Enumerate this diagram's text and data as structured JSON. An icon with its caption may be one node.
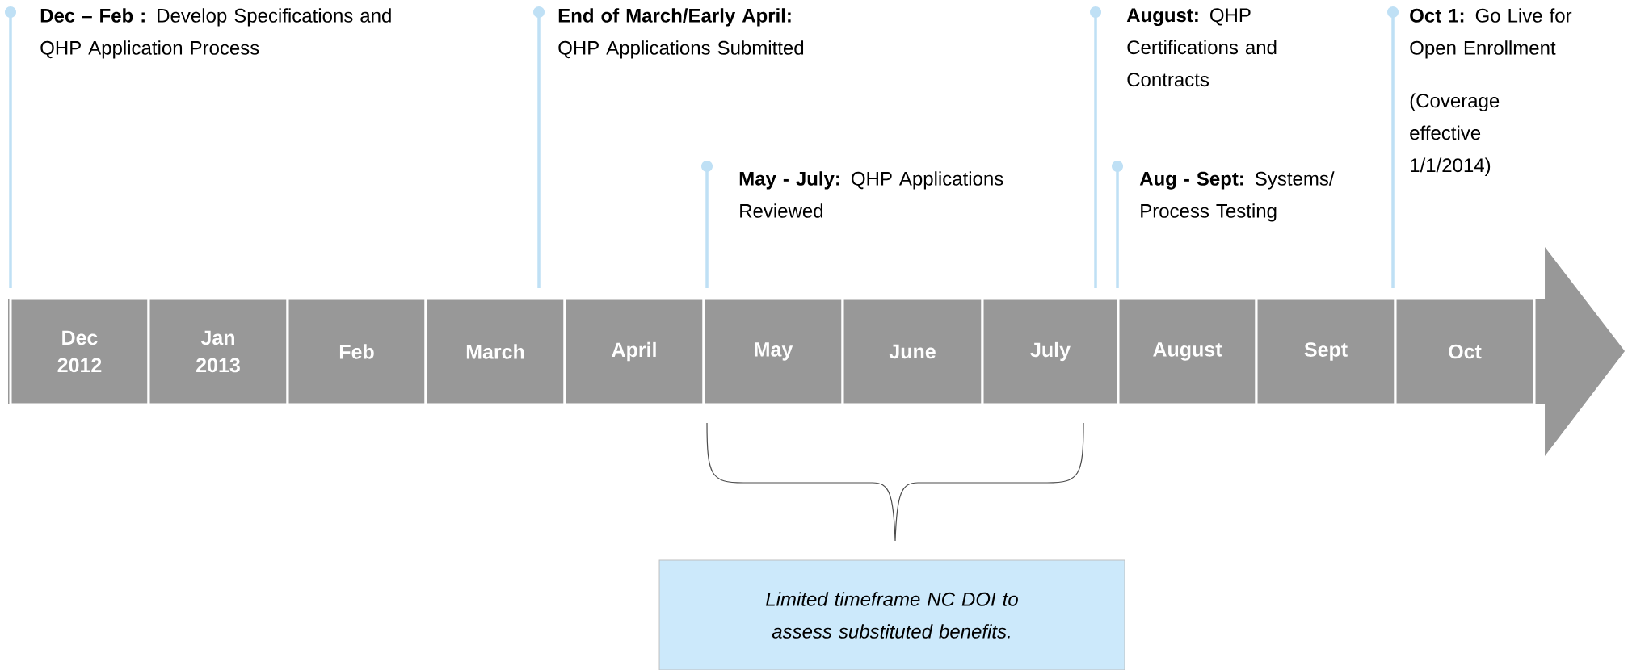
{
  "diagram": {
    "nodes": [
      {
        "text": [
          "**Dec – Feb :** Develop Specifications and QHP Application Process"
        ]
      },
      {
        "text": [
          "**End of March/Early April:** QHP Applications Submitted"
        ]
      },
      {
        "text": [
          "**May - July:** QHP Applications Reviewed"
        ]
      },
      {
        "text": [
          "**August:** QHP Certifications and Contracts"
        ]
      },
      {
        "text": [
          "**Aug - Sept:** Systems/ Process Testing"
        ]
      },
      {
        "text": [
          "**Oct 1:** Go Live for Open Enrollment",
          "(Coverage effective 1/1/2014)"
        ]
      },
      {
        "text": [],
        "shape": "arrow"
      },
      {
        "text": [
          "Dec 2012"
        ],
        "in": 6
      },
      {
        "text": [
          "Jan 2013"
        ],
        "in": 6
      },
      {
        "text": [
          "Feb"
        ],
        "in": 6
      },
      {
        "text": [
          "March"
        ],
        "in": 6
      },
      {
        "text": [
          "April"
        ],
        "in": 6
      },
      {
        "text": [
          "May"
        ],
        "in": 6
      },
      {
        "text": [
          "June"
        ],
        "in": 6
      },
      {
        "text": [
          "July"
        ],
        "in": 6
      },
      {
        "text": [
          "August"
        ],
        "in": 6
      },
      {
        "text": [
          "Sept"
        ],
        "in": 6
      },
      {
        "text": [
          "Oct"
        ],
        "in": 6
      },
      {
        "text": [
          "Limited timeframe NC DOI to assess substituted benefits."
        ]
      }
    ],
    "edges": [
      {
        "from": 0,
        "to": 6,
        "arrow": "other"
      },
      {
        "from": 1,
        "to": 6,
        "arrow": "other"
      },
      {
        "from": 2,
        "to": 6,
        "arrow": "other"
      },
      {
        "from": 3,
        "to": 6,
        "arrow": "other"
      },
      {
        "from": 4,
        "to": 6,
        "arrow": "other"
      },
      {
        "from": 5,
        "to": 6,
        "arrow": "other"
      }
    ]
  }
}
